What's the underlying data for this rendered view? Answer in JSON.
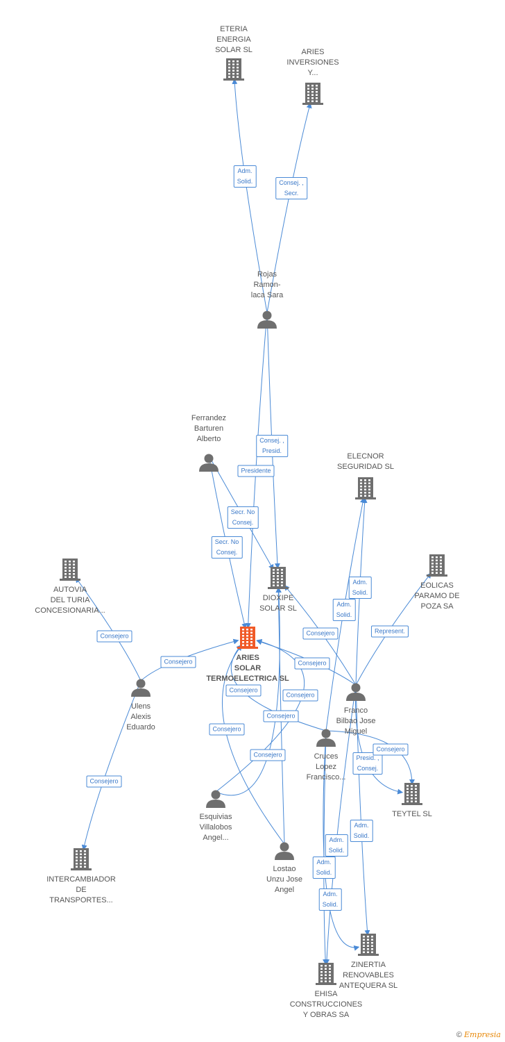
{
  "colors": {
    "edge": "#4a8ad6",
    "company": "#6f6f6f",
    "main_company": "#f05a28",
    "person": "#6f6f6f"
  },
  "nodes": [
    {
      "id": "eteria",
      "kind": "company",
      "label": "ETERIA\nENERGIA\nSOLAR SL",
      "icon": "building-icon"
    },
    {
      "id": "aries_inv",
      "kind": "company",
      "label": "ARIES\nINVERSIONES\nY...",
      "icon": "building-icon"
    },
    {
      "id": "rojas",
      "kind": "person",
      "label": "Rojas\nRamon-\nlaca Sara",
      "icon": "person-icon"
    },
    {
      "id": "ferrandez",
      "kind": "person",
      "label": "Ferrandez\nBarturen\nAlberto",
      "icon": "person-icon"
    },
    {
      "id": "elecnor",
      "kind": "company",
      "label": "ELECNOR\nSEGURIDAD SL",
      "icon": "building-icon"
    },
    {
      "id": "autovia",
      "kind": "company",
      "label": "AUTOVIA\nDEL TURIA\nCONCESIONARIA...",
      "icon": "building-icon"
    },
    {
      "id": "dioxipe",
      "kind": "company",
      "label": "DIOXIPE\nSOLAR SL",
      "icon": "building-icon"
    },
    {
      "id": "eolicas",
      "kind": "company",
      "label": "EOLICAS\nPARAMO DE\nPOZA SA",
      "icon": "building-icon"
    },
    {
      "id": "aries_solar",
      "kind": "main",
      "label": "ARIES\nSOLAR\nTERMOELECTRICA SL",
      "icon": "building-icon"
    },
    {
      "id": "ulens",
      "kind": "person",
      "label": "Ulens\nAlexis\nEduardo",
      "icon": "person-icon"
    },
    {
      "id": "franco",
      "kind": "person",
      "label": "Franco\nBilbao Jose\nMiguel",
      "icon": "person-icon"
    },
    {
      "id": "cruces",
      "kind": "person",
      "label": "Cruces\nLopez\nFrancisco...",
      "icon": "person-icon"
    },
    {
      "id": "teytel",
      "kind": "company",
      "label": "TEYTEL SL",
      "icon": "building-icon"
    },
    {
      "id": "esquivias",
      "kind": "person",
      "label": "Esquivias\nVillalobos\nAngel...",
      "icon": "person-icon"
    },
    {
      "id": "lostao",
      "kind": "person",
      "label": "Lostao\nUnzu Jose\nAngel",
      "icon": "person-icon"
    },
    {
      "id": "intercambiador",
      "kind": "company",
      "label": "INTERCAMBIADOR\nDE\nTRANSPORTES...",
      "icon": "building-icon"
    },
    {
      "id": "zinertia",
      "kind": "company",
      "label": "ZINERTIA\nRENOVABLES\nANTEQUERA SL",
      "icon": "building-icon"
    },
    {
      "id": "ehisa",
      "kind": "company",
      "label": "EHISA\nCONSTRUCCIONES\nY OBRAS SA",
      "icon": "building-icon"
    }
  ],
  "edges": [
    {
      "from": "rojas",
      "to": "eteria",
      "label": "Adm.\nSolid."
    },
    {
      "from": "rojas",
      "to": "aries_inv",
      "label": "Consej. ,\nSecr."
    },
    {
      "from": "rojas",
      "to": "dioxipe",
      "label": "Consej. ,\nPresid."
    },
    {
      "from": "rojas",
      "to": "aries_solar",
      "label": "Presidente"
    },
    {
      "from": "ferrandez",
      "to": "dioxipe",
      "label": "Secr.  No\nConsej."
    },
    {
      "from": "ferrandez",
      "to": "aries_solar",
      "label": "Secr.  No\nConsej."
    },
    {
      "from": "ulens",
      "to": "autovia",
      "label": "Consejero"
    },
    {
      "from": "ulens",
      "to": "aries_solar",
      "label": "Consejero"
    },
    {
      "from": "ulens",
      "to": "intercambiador",
      "label": "Consejero"
    },
    {
      "from": "franco",
      "to": "elecnor",
      "label": "Adm.\nSolid."
    },
    {
      "from": "cruces",
      "to": "elecnor",
      "label": "Adm.\nSolid."
    },
    {
      "from": "franco",
      "to": "eolicas",
      "label": "Represent."
    },
    {
      "from": "franco",
      "to": "dioxipe",
      "label": "Consejero"
    },
    {
      "from": "franco",
      "to": "aries_solar",
      "label": "Consejero"
    },
    {
      "from": "cruces",
      "to": "aries_solar",
      "label": "Consejero"
    },
    {
      "from": "esquivias",
      "to": "aries_solar",
      "label": "Consejero"
    },
    {
      "from": "lostao",
      "to": "aries_solar",
      "label": "Consejero"
    },
    {
      "from": "lostao",
      "to": "dioxipe",
      "label": "Consejero"
    },
    {
      "from": "esquivias",
      "to": "dioxipe",
      "label": "Consejero"
    },
    {
      "from": "franco",
      "to": "teytel",
      "label": "Presid. ,\nConsej."
    },
    {
      "from": "cruces",
      "to": "teytel",
      "label": "Consejero"
    },
    {
      "from": "franco",
      "to": "zinertia",
      "label": "Adm.\nSolid."
    },
    {
      "from": "franco",
      "to": "ehisa",
      "label": "Adm.\nSolid."
    },
    {
      "from": "cruces",
      "to": "ehisa",
      "label": "Adm.\nSolid."
    },
    {
      "from": "cruces",
      "to": "zinertia",
      "label": "Adm.\nSolid."
    }
  ],
  "footer": {
    "copyright_symbol": "©",
    "brand": "Empresia"
  }
}
